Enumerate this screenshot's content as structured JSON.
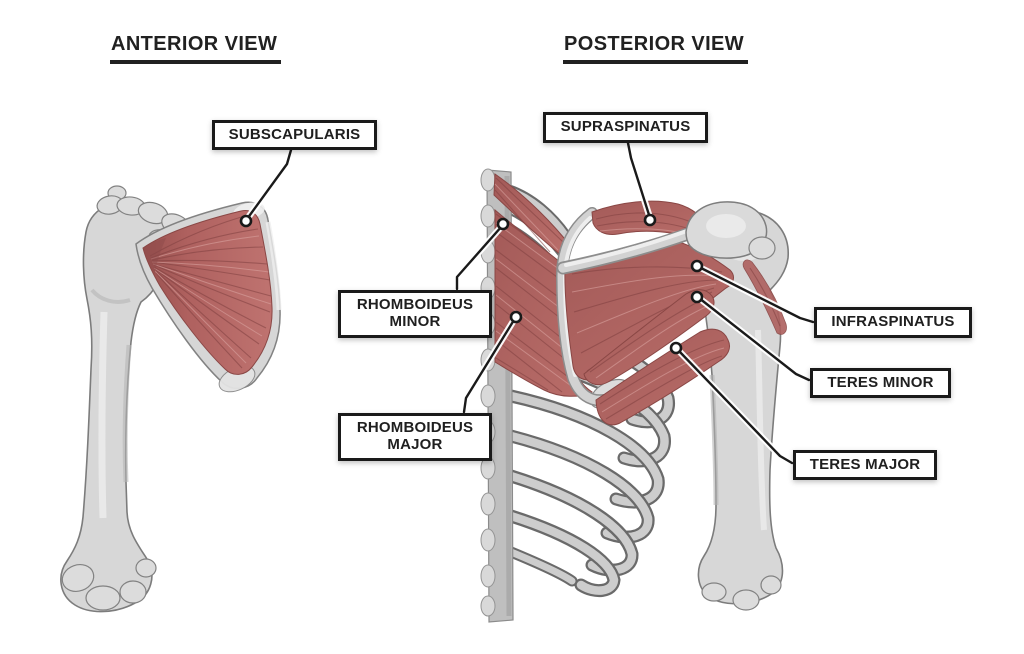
{
  "page": {
    "background": "#ffffff"
  },
  "colors": {
    "text": "#212121",
    "label_border": "#1a1a1a",
    "label_background": "#ffffff",
    "leader_line": "#1a1a1a",
    "muscle_red": "#b26361",
    "muscle_red_dark": "#8a4745",
    "muscle_red_light": "#d9a29e",
    "bone_light": "#d7d7d7",
    "bone_shadow": "#9e9e9e",
    "bone_outline": "#7c7c7c"
  },
  "anterior": {
    "heading": "ANTERIOR VIEW",
    "labels": {
      "subscapularis": "SUBSCAPULARIS"
    }
  },
  "posterior": {
    "heading": "POSTERIOR VIEW",
    "labels": {
      "supraspinatus": "SUPRASPINATUS",
      "rhomboideus_minor": "RHOMBOIDEUS MINOR",
      "rhomboideus_major": "RHOMBOIDEUS MAJOR",
      "infraspinatus": "INFRASPINATUS",
      "teres_minor": "TERES MINOR",
      "teres_major": "TERES MAJOR"
    }
  }
}
